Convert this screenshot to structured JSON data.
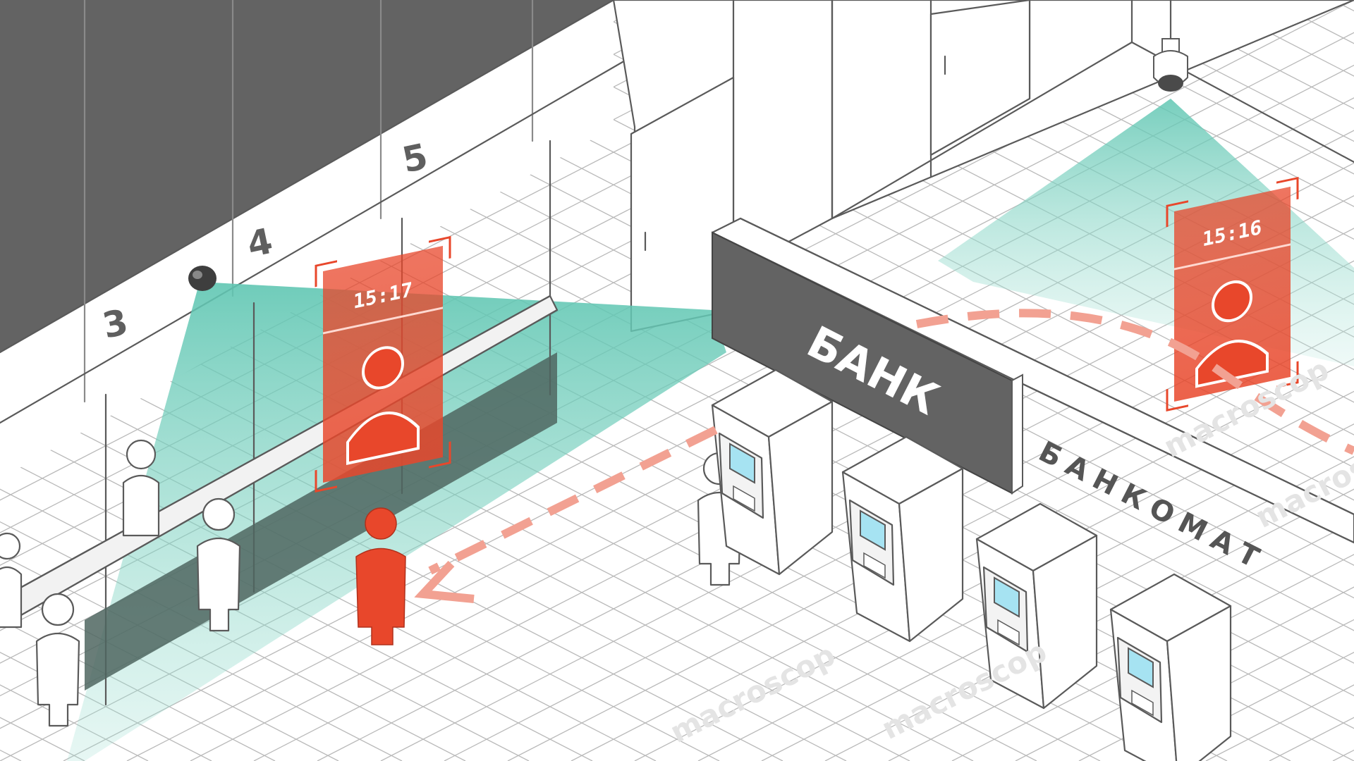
{
  "windows": [
    {
      "number": "3"
    },
    {
      "number": "4"
    },
    {
      "number": "5"
    }
  ],
  "bank_sign": "БАНК",
  "atm_sign": "БАНКОМАТ",
  "detections": [
    {
      "time": "15:17"
    },
    {
      "time": "15:16"
    }
  ],
  "watermark": "macroscop",
  "colors": {
    "accent_red": "#e8472b",
    "camera_cone": "#7fd3c3",
    "wall_dark": "#636363",
    "atm_screen": "#a6e3f2"
  }
}
